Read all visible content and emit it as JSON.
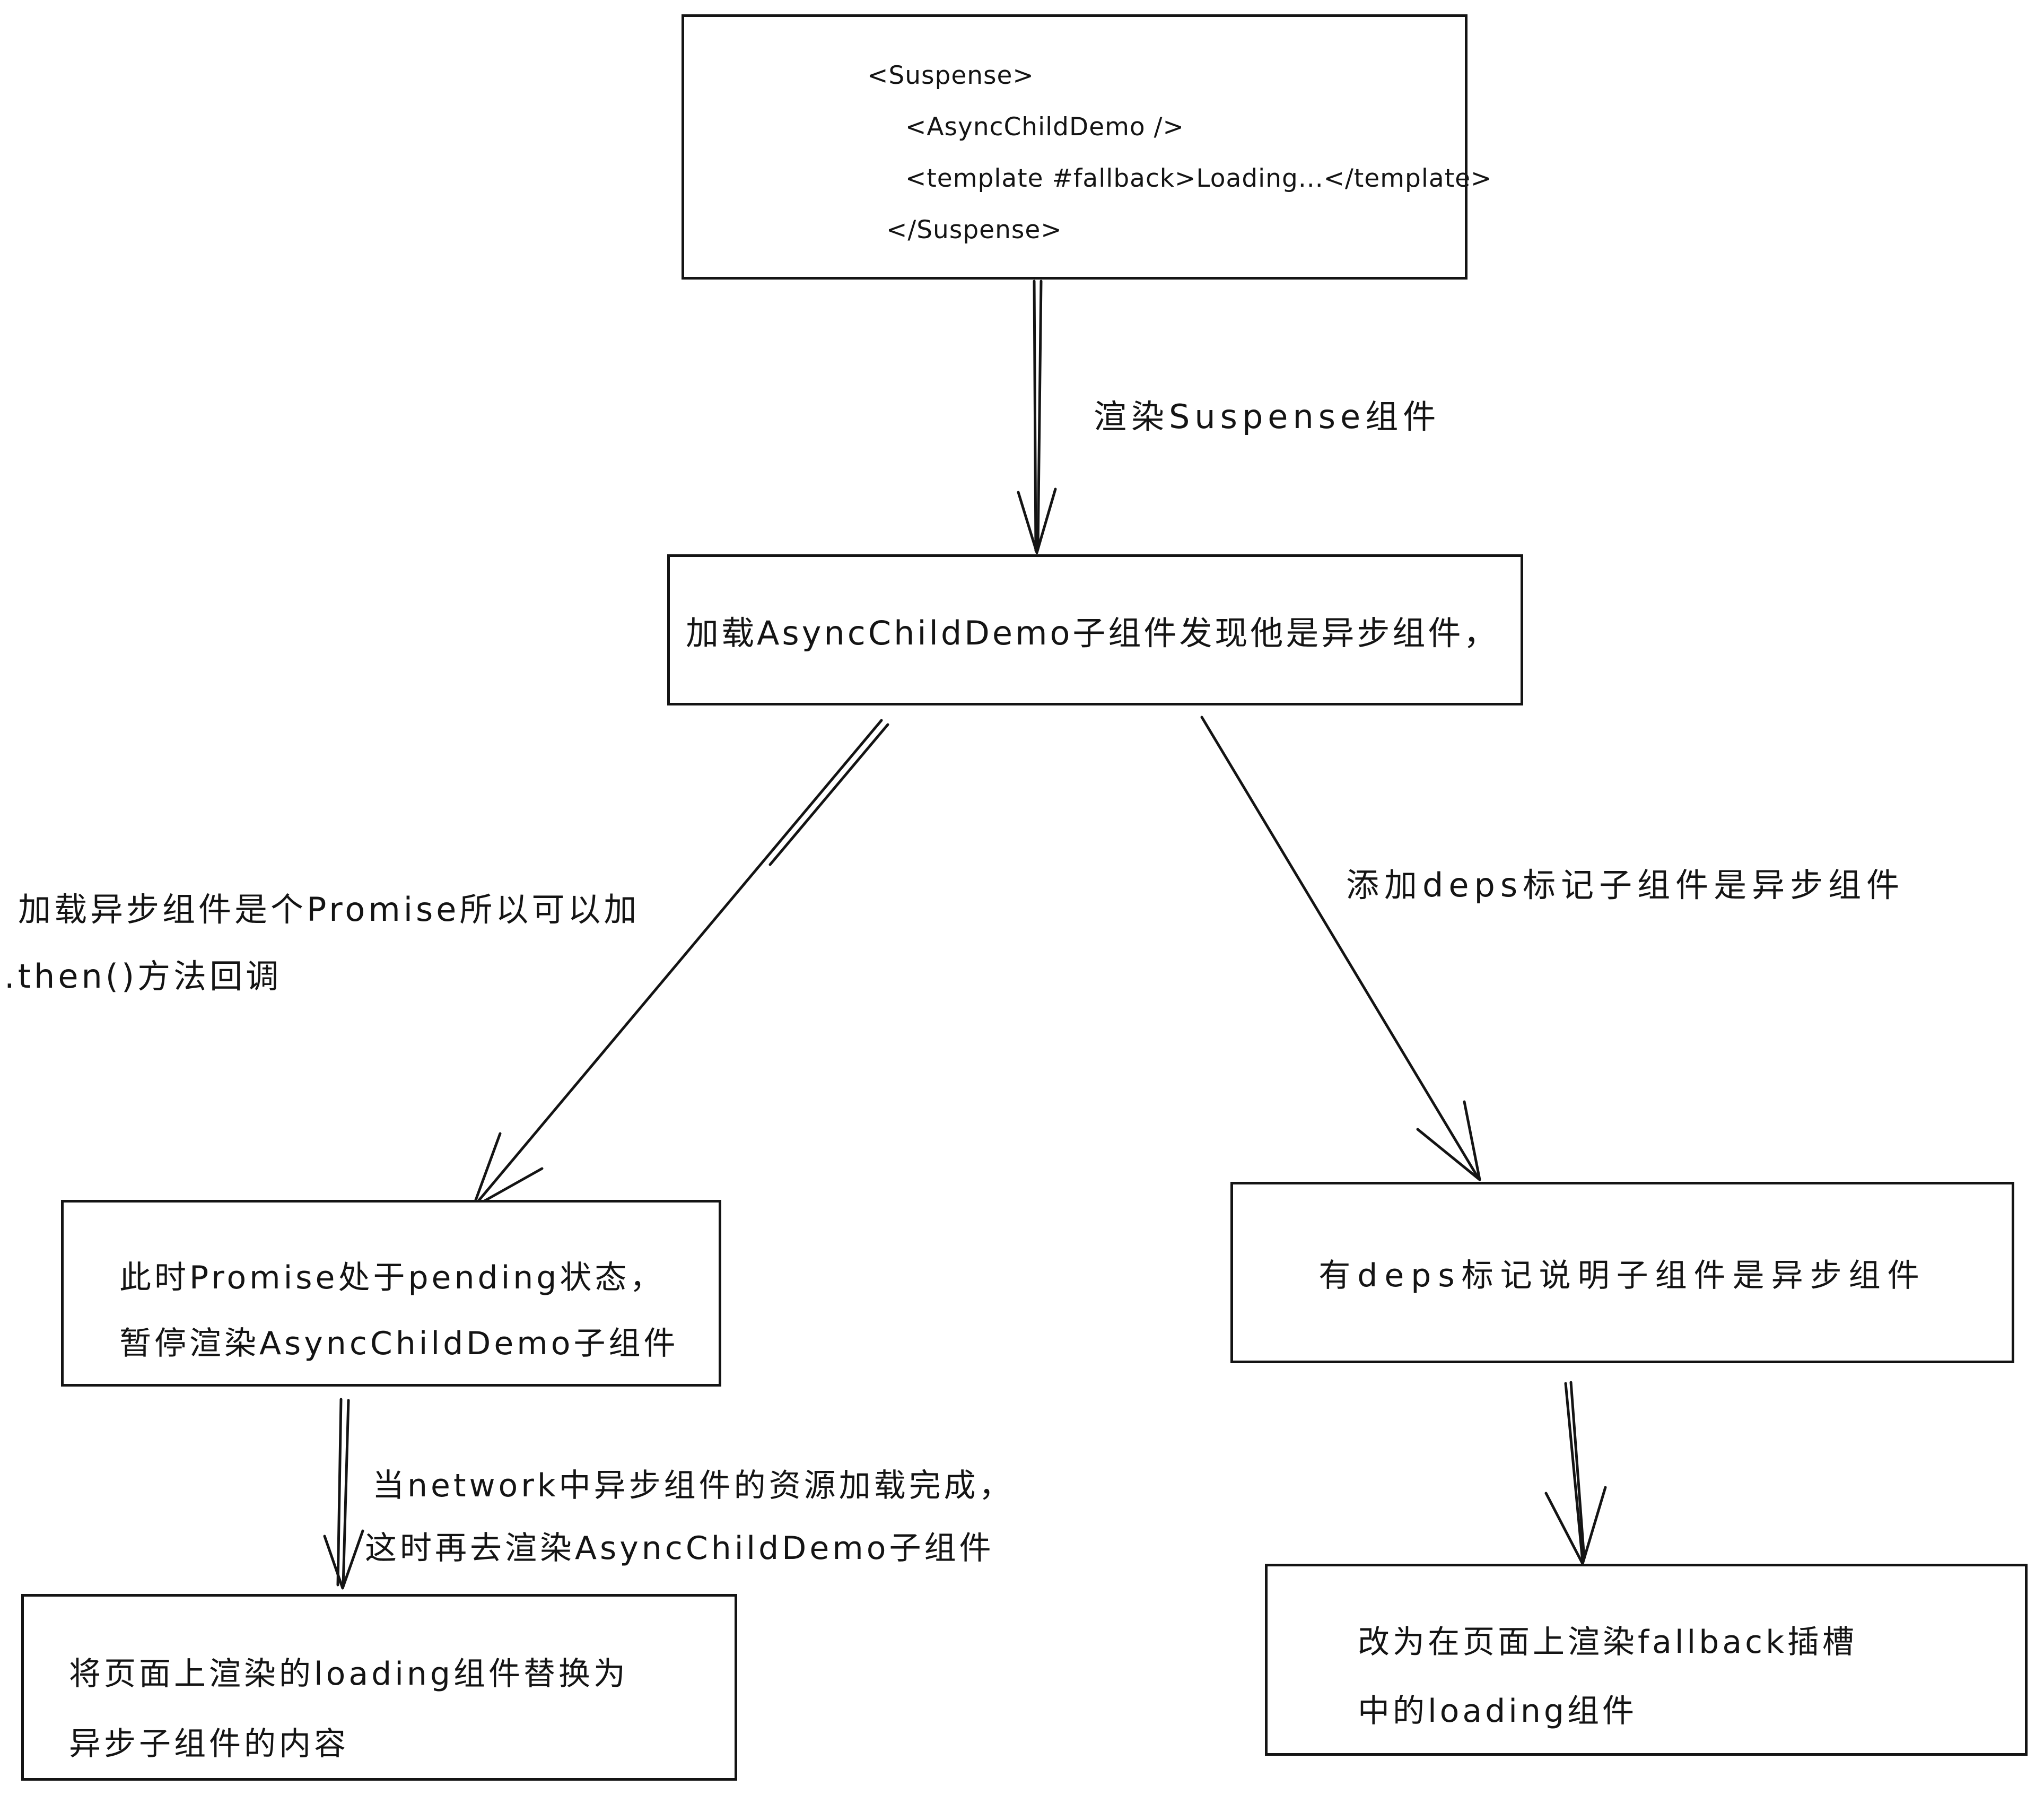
{
  "colors": {
    "ink": "#141414",
    "background": "#ffffff"
  },
  "code_box": {
    "lines": [
      "<Suspense>",
      "<AsyncChildDemo />",
      "<template #fallback>Loading...</template>",
      "</Suspense>"
    ]
  },
  "labels": {
    "render_suspense": "渲染Suspense组件"
  },
  "notes": {
    "promise_then_line1": "加载异步组件是个Promise所以可以加",
    "promise_then_line2": ".then()方法回调",
    "add_deps": "添加deps标记子组件是异步组件",
    "network_line1": "当network中异步组件的资源加载完成，",
    "network_line2": "这时再去渲染AsyncChildDemo子组件"
  },
  "boxes": {
    "load_async_child": "加载AsyncChildDemo子组件发现他是异步组件，",
    "promise_pending_line1": "此时Promise处于pending状态，",
    "promise_pending_line2": "暂停渲染AsyncChildDemo子组件",
    "deps_marked": "有deps标记说明子组件是异步组件",
    "replace_loading_line1": "将页面上渲染的loading组件替换为",
    "replace_loading_line2": "异步子组件的内容",
    "render_fallback_line1": "改为在页面上渲染fallback插槽",
    "render_fallback_line2": "中的loading组件"
  }
}
